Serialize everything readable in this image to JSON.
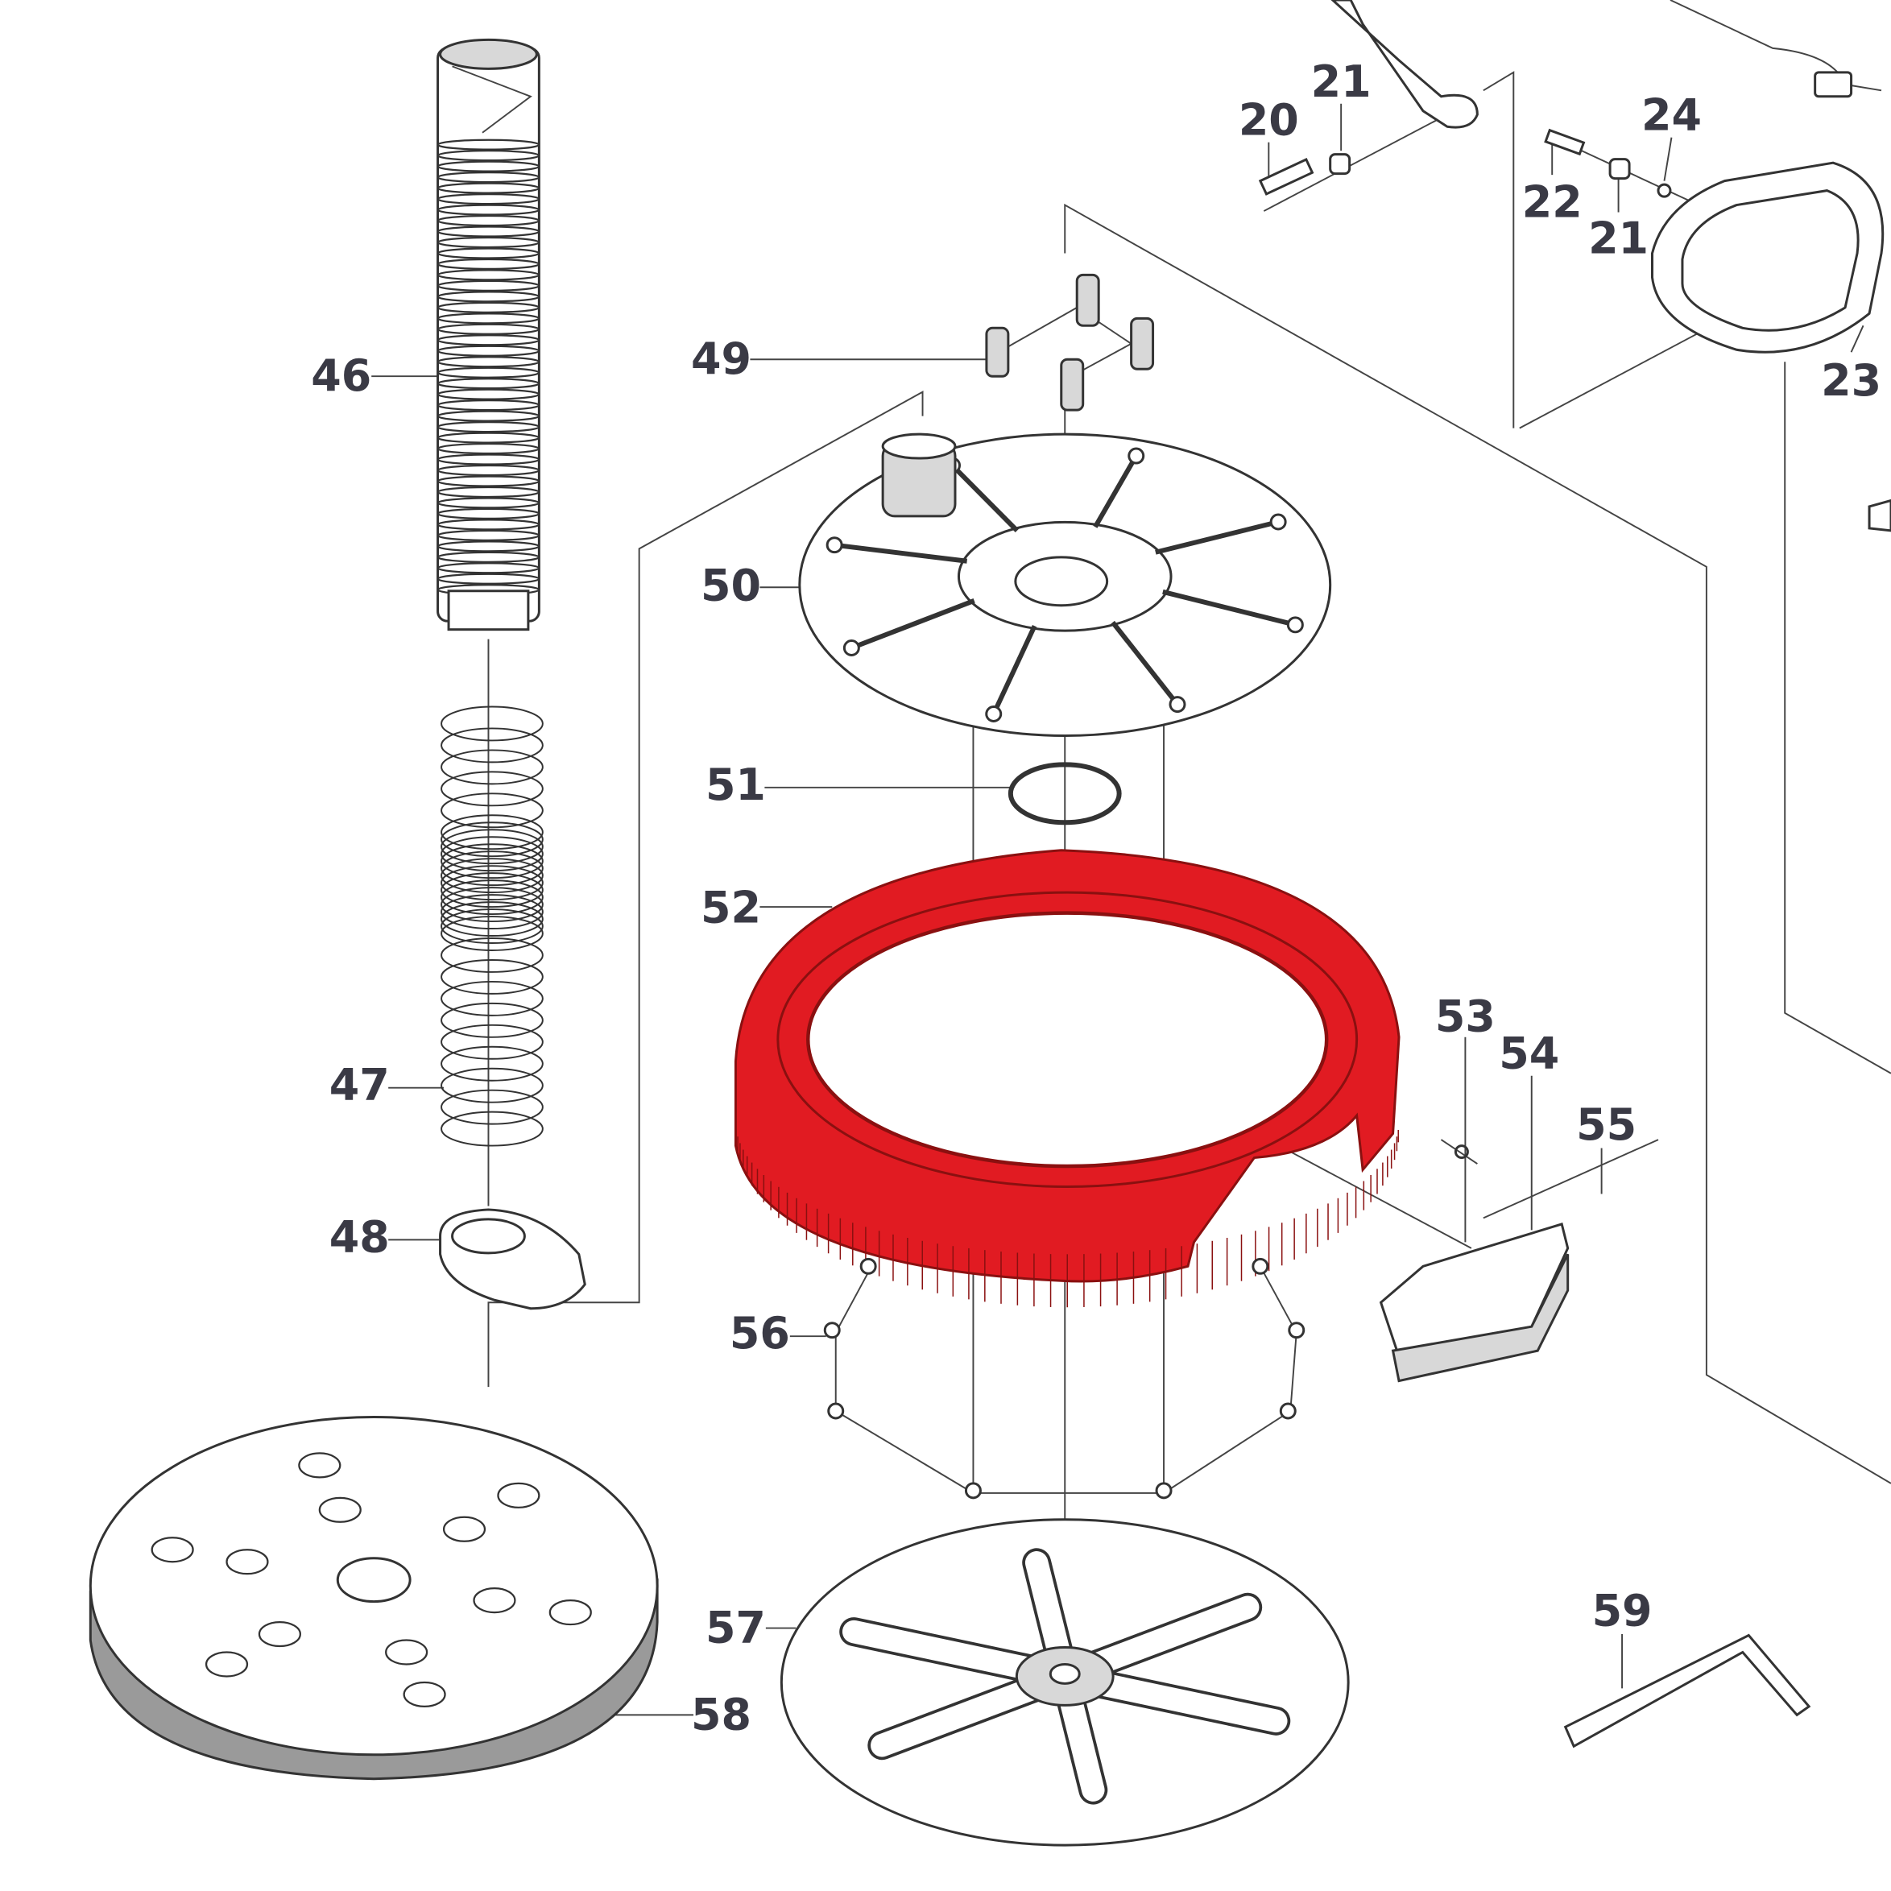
{
  "diagram": {
    "highlight_color": "#e11b22",
    "highlighted_part": "52",
    "labels": {
      "p20": "20",
      "p21a": "21",
      "p21b": "21",
      "p22": "22",
      "p23": "23",
      "p24": "24",
      "p46": "46",
      "p47": "47",
      "p48": "48",
      "p49": "49",
      "p50": "50",
      "p51": "51",
      "p52": "52",
      "p53": "53",
      "p54": "54",
      "p55": "55",
      "p56": "56",
      "p57": "57",
      "p58": "58",
      "p59": "59"
    }
  }
}
